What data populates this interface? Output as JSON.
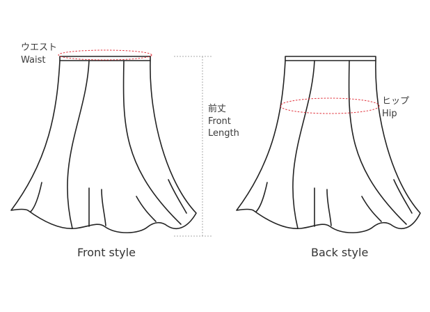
{
  "labels": {
    "waist_jp": "ウエスト",
    "waist_en": "Waist",
    "front_length_jp": "前丈",
    "front_length_en_1": "Front",
    "front_length_en_2": "Length",
    "hip_jp": "ヒップ",
    "hip_en": "Hip"
  },
  "captions": {
    "front": "Front style",
    "back": "Back style"
  },
  "colors": {
    "outline": "#222222",
    "measure_dashed": "#e0303a",
    "length_dotted": "#aaaaaa"
  }
}
